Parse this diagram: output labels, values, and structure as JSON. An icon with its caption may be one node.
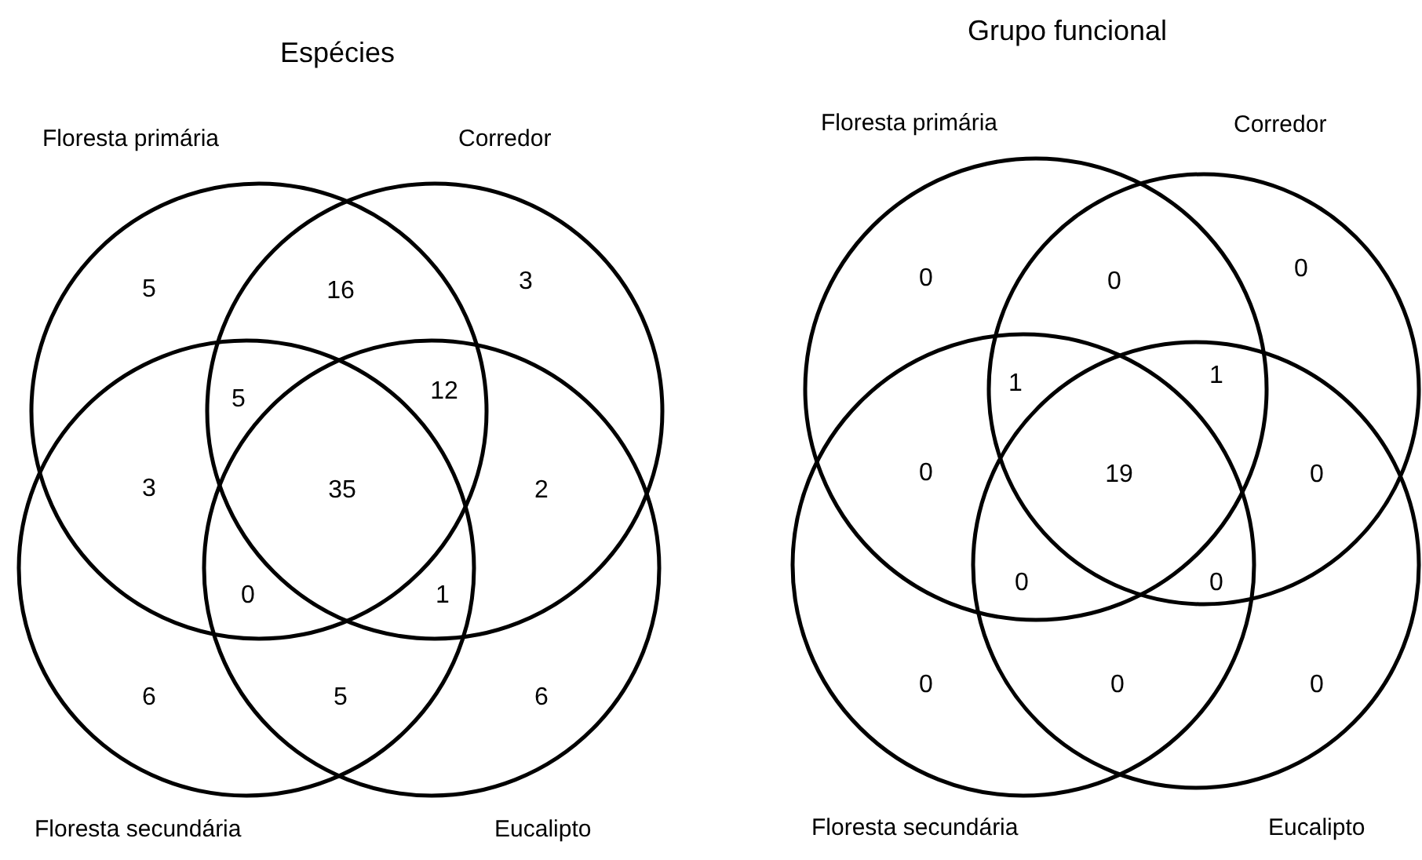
{
  "diagram": {
    "nodes": [
      {
        "text": [
          "Floresta primária"
        ]
      },
      {
        "text": [
          "Corredor"
        ]
      },
      {
        "text": [
          "Floresta secundária"
        ]
      },
      {
        "text": [
          "Eucalipto"
        ]
      },
      {
        "text": [
          "Floresta primária"
        ]
      },
      {
        "text": [
          "Corredor"
        ]
      },
      {
        "text": [
          "Floresta secundária"
        ]
      },
      {
        "text": [
          "Eucalipto"
        ]
      }
    ],
    "edges": [],
    "labels": [
      "Espécies",
      "5",
      "16",
      "3",
      "5",
      "12",
      "3",
      "35",
      "2",
      "0",
      "1",
      "6",
      "5",
      "6",
      "Grupo funcional",
      "0",
      "0",
      "0",
      "1",
      "1",
      "0",
      "19",
      "0",
      "0",
      "0",
      "0",
      "0",
      "0"
    ]
  }
}
